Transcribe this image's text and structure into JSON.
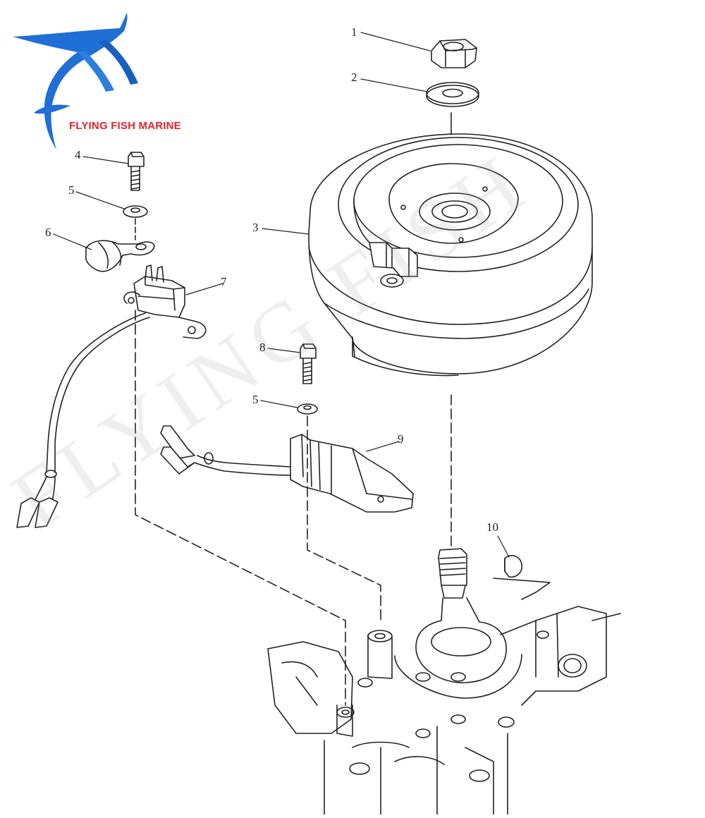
{
  "brand": {
    "name": "FLYING FISH MARINE",
    "logo_icon": "flying-fish-logo-icon",
    "color_text": "#e8212b",
    "color_fish": "#1f6fd6"
  },
  "watermark": {
    "text": "FLYING FISH"
  },
  "callouts": [
    {
      "id": "1",
      "label": "1",
      "part": "nut"
    },
    {
      "id": "2",
      "label": "2",
      "part": "washer"
    },
    {
      "id": "3",
      "label": "3",
      "part": "flywheel"
    },
    {
      "id": "4",
      "label": "4",
      "part": "bolt"
    },
    {
      "id": "5a",
      "label": "5",
      "part": "washer"
    },
    {
      "id": "6",
      "label": "6",
      "part": "clamp"
    },
    {
      "id": "7",
      "label": "7",
      "part": "pulser-coil"
    },
    {
      "id": "8",
      "label": "8",
      "part": "bolt"
    },
    {
      "id": "5b",
      "label": "5",
      "part": "washer"
    },
    {
      "id": "9",
      "label": "9",
      "part": "charge-coil"
    },
    {
      "id": "10",
      "label": "10",
      "part": "woodruff-key"
    }
  ],
  "colors": {
    "line": "#222222",
    "background": "#ffffff"
  }
}
